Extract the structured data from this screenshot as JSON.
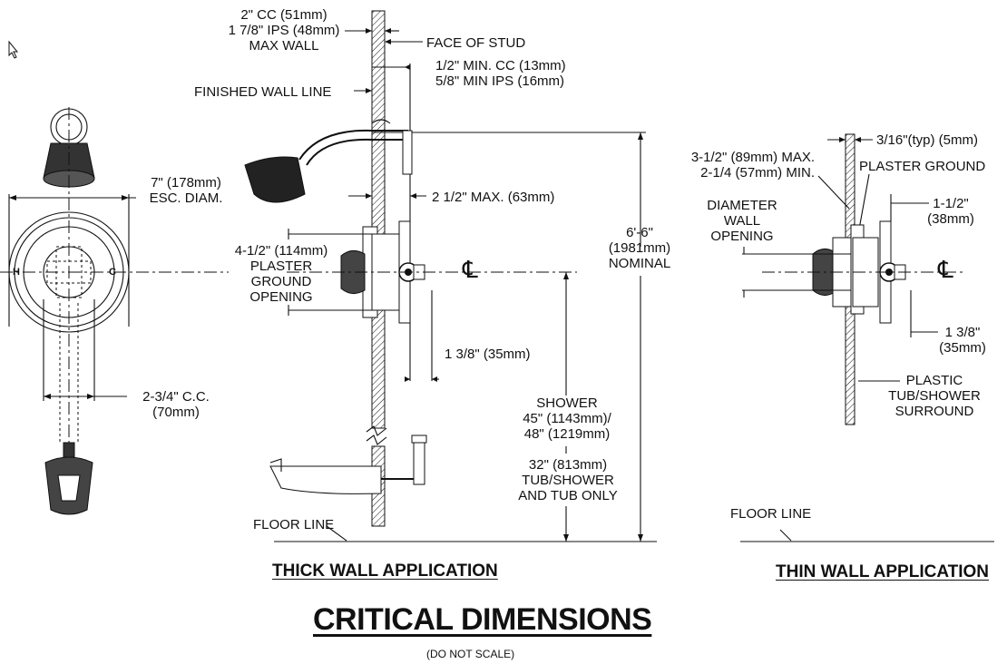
{
  "diagram": {
    "dim_2cc": "2\" CC (51mm)",
    "dim_ips": "1 7/8\" IPS (48mm)",
    "dim_max_wall": "MAX WALL",
    "face_of_stud": "FACE OF STUD",
    "min_cc": "1/2\" MIN. CC (13mm)",
    "min_ips": "5/8\" MIN IPS (16mm)",
    "finished_wall_line": "FINISHED WALL LINE",
    "esc_diam_1": "7\" (178mm)",
    "esc_diam_2": "ESC. DIAM.",
    "max_63": "2 1/2\" MAX. (63mm)",
    "height_1": "6'-6\"",
    "height_2": "(1981mm)",
    "height_3": "NOMINAL",
    "plaster_1": "4-1/2\" (114mm)",
    "plaster_2": "PLASTER",
    "plaster_3": "GROUND",
    "plaster_4": "OPENING",
    "centerline_left": "℄",
    "handle_h": "H",
    "handle_c": "C",
    "dim_35_thick": "1 3/8\" (35mm)",
    "cc_70_1": "2-3/4\" C.C.",
    "cc_70_2": "(70mm)",
    "shower_1": "SHOWER",
    "shower_2": "45\" (1143mm)/",
    "shower_3": "48\" (1219mm)",
    "tub_1": "32\" (813mm)",
    "tub_2": "TUB/SHOWER",
    "tub_3": "AND TUB ONLY",
    "floor_line_thick": "FLOOR LINE",
    "thick_wall_title": "THICK WALL APPLICATION",
    "thin_typ": "3/16\"(typ) (5mm)",
    "thin_max": "3-1/2\" (89mm) MAX.",
    "thin_min": "2-1/4 (57mm) MIN.",
    "plaster_ground": "PLASTER GROUND",
    "diam_1": "DIAMETER",
    "diam_2": "WALL",
    "diam_3": "OPENING",
    "thin_38_1": "1-1/2\"",
    "thin_38_2": "(38mm)",
    "centerline_right": "℄",
    "thin_35_1": "1 3/8\"",
    "thin_35_2": "(35mm)",
    "plastic_1": "PLASTIC",
    "plastic_2": "TUB/SHOWER",
    "plastic_3": "SURROUND",
    "floor_line_thin": "FLOOR LINE",
    "thin_wall_title": "THIN WALL APPLICATION",
    "main_title": "CRITICAL DIMENSIONS",
    "subtitle": "(DO NOT SCALE)"
  }
}
